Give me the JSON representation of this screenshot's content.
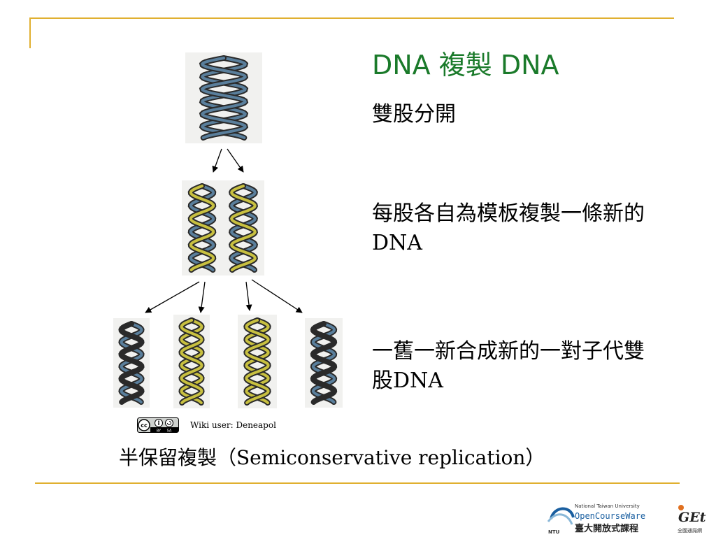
{
  "slide": {
    "title": "DNA 複製 DNA",
    "points": [
      "雙股分開",
      "每股各自為模板複製一條新的DNA",
      "一舊一新合成新的一對子代雙股DNA"
    ],
    "caption": "半保留複製（Semiconservative replication）",
    "credit": "Wiki user: Deneapol"
  },
  "license": {
    "by": "BY",
    "sa": "SA"
  },
  "logo": {
    "university": "National Taiwan University",
    "ocw": "OpenCourseWare",
    "ocw_zh": "臺大開放式課程",
    "ntu": "NTU",
    "get_zh": "全國通識網"
  },
  "colors": {
    "frame": "#e0b030",
    "title": "#1a7a2a",
    "old_strand": "#5a7f9c",
    "new_strand": "#c8c040",
    "strand_dark": "#2a2a2a"
  }
}
